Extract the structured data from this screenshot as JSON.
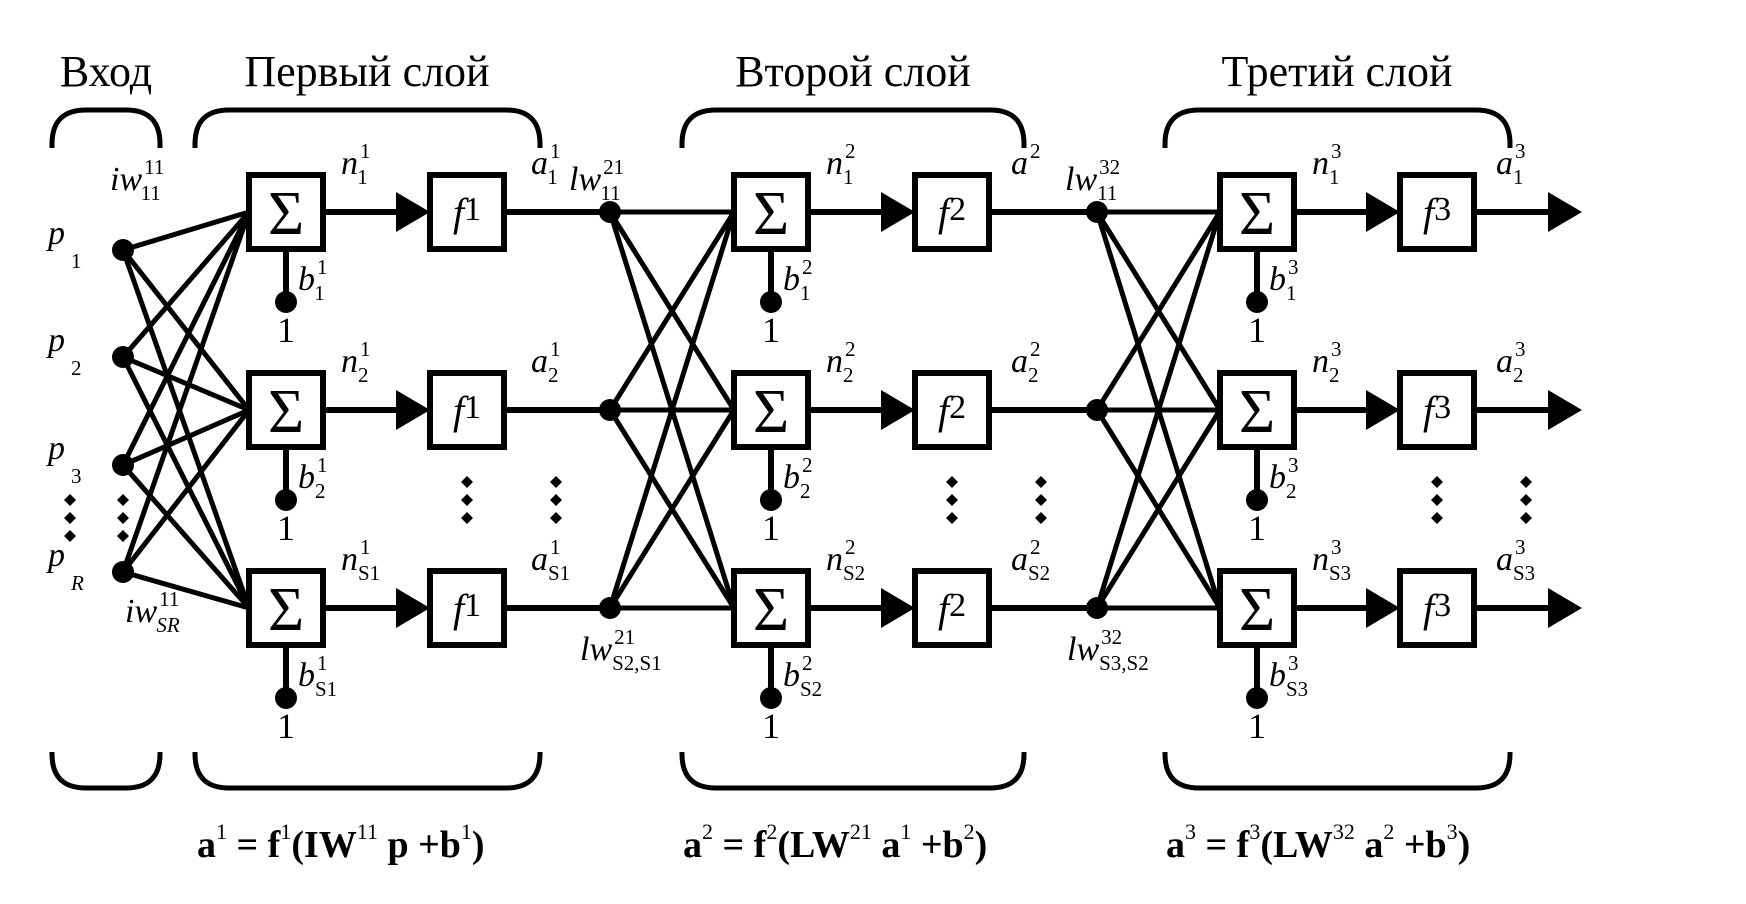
{
  "headings": {
    "input": "Вход",
    "layer1": "Первый слой",
    "layer2": "Второй слой",
    "layer3": "Третий слой"
  },
  "symbols": {
    "sum": "Σ",
    "bias_input": "1",
    "ellipsis": "⋮"
  },
  "inputs": [
    {
      "base": "p",
      "sub": "1"
    },
    {
      "base": "p",
      "sub": "2"
    },
    {
      "base": "p",
      "sub": "3"
    },
    {
      "base": "p",
      "sub": "R"
    }
  ],
  "input_weights": {
    "first": {
      "base": "iw",
      "sup": "11",
      "sub": "11"
    },
    "last": {
      "base": "iw",
      "sup": "11",
      "sub": "SR"
    }
  },
  "layers": [
    {
      "id": "1",
      "transfer": {
        "base": "f",
        "sup": "1"
      },
      "net_inputs": [
        {
          "base": "n",
          "sup": "1",
          "sub": "1"
        },
        {
          "base": "n",
          "sup": "1",
          "sub": "2"
        },
        {
          "base": "n",
          "sup": "1",
          "sub": "S1"
        }
      ],
      "biases": [
        {
          "base": "b",
          "sup": "1",
          "sub": "1"
        },
        {
          "base": "b",
          "sup": "1",
          "sub": "2"
        },
        {
          "base": "b",
          "sup": "1",
          "sub": "S1"
        }
      ],
      "outputs": [
        {
          "base": "a",
          "sup": "1",
          "sub": "1"
        },
        {
          "base": "a",
          "sup": "1",
          "sub": "2"
        },
        {
          "base": "a",
          "sup": "1",
          "sub": "S1"
        }
      ],
      "formula": {
        "lhs": "a",
        "lhs_sup": "1",
        "eq": "=",
        "f": "f",
        "f_sup": "1",
        "open": "(",
        "W": "IW",
        "W_sup": "11",
        "x": "p",
        "x_sup": "",
        "plus": "+",
        "b": "b",
        "b_sup": "1",
        "close": ")"
      }
    },
    {
      "id": "2",
      "transfer": {
        "base": "f",
        "sup": "2"
      },
      "weights": {
        "first": {
          "base": "lw",
          "sup": "21",
          "sub": "11"
        },
        "last": {
          "base": "lw",
          "sup": "21",
          "sub": "S2,S1"
        }
      },
      "net_inputs": [
        {
          "base": "n",
          "sup": "2",
          "sub": "1"
        },
        {
          "base": "n",
          "sup": "2",
          "sub": "2"
        },
        {
          "base": "n",
          "sup": "2",
          "sub": "S2"
        }
      ],
      "biases": [
        {
          "base": "b",
          "sup": "2",
          "sub": "1"
        },
        {
          "base": "b",
          "sup": "2",
          "sub": "2"
        },
        {
          "base": "b",
          "sup": "2",
          "sub": "S2"
        }
      ],
      "outputs": [
        {
          "base": "a",
          "sup": "2",
          "sub": ""
        },
        {
          "base": "a",
          "sup": "2",
          "sub": "2"
        },
        {
          "base": "a",
          "sup": "2",
          "sub": "S2"
        }
      ],
      "formula": {
        "lhs": "a",
        "lhs_sup": "2",
        "eq": "=",
        "f": "f",
        "f_sup": "2",
        "open": "(",
        "W": "LW",
        "W_sup": "21",
        "x": "a",
        "x_sup": "1",
        "plus": "+",
        "b": "b",
        "b_sup": "2",
        "close": ")"
      }
    },
    {
      "id": "3",
      "transfer": {
        "base": "f",
        "sup": "3"
      },
      "weights": {
        "first": {
          "base": "lw",
          "sup": "32",
          "sub": "11"
        },
        "last": {
          "base": "lw",
          "sup": "32",
          "sub": "S3,S2"
        }
      },
      "net_inputs": [
        {
          "base": "n",
          "sup": "3",
          "sub": "1"
        },
        {
          "base": "n",
          "sup": "3",
          "sub": "2"
        },
        {
          "base": "n",
          "sup": "3",
          "sub": "S3"
        }
      ],
      "biases": [
        {
          "base": "b",
          "sup": "3",
          "sub": "1"
        },
        {
          "base": "b",
          "sup": "3",
          "sub": "2"
        },
        {
          "base": "b",
          "sup": "3",
          "sub": "S3"
        }
      ],
      "outputs": [
        {
          "base": "a",
          "sup": "3",
          "sub": "1"
        },
        {
          "base": "a",
          "sup": "3",
          "sub": "2"
        },
        {
          "base": "a",
          "sup": "3",
          "sub": "S3"
        }
      ],
      "formula": {
        "lhs": "a",
        "lhs_sup": "3",
        "eq": "=",
        "f": "f",
        "f_sup": "3",
        "open": "(",
        "W": "LW",
        "W_sup": "32",
        "x": "a",
        "x_sup": "2",
        "plus": "+",
        "b": "b",
        "b_sup": "3",
        "close": ")"
      }
    }
  ]
}
